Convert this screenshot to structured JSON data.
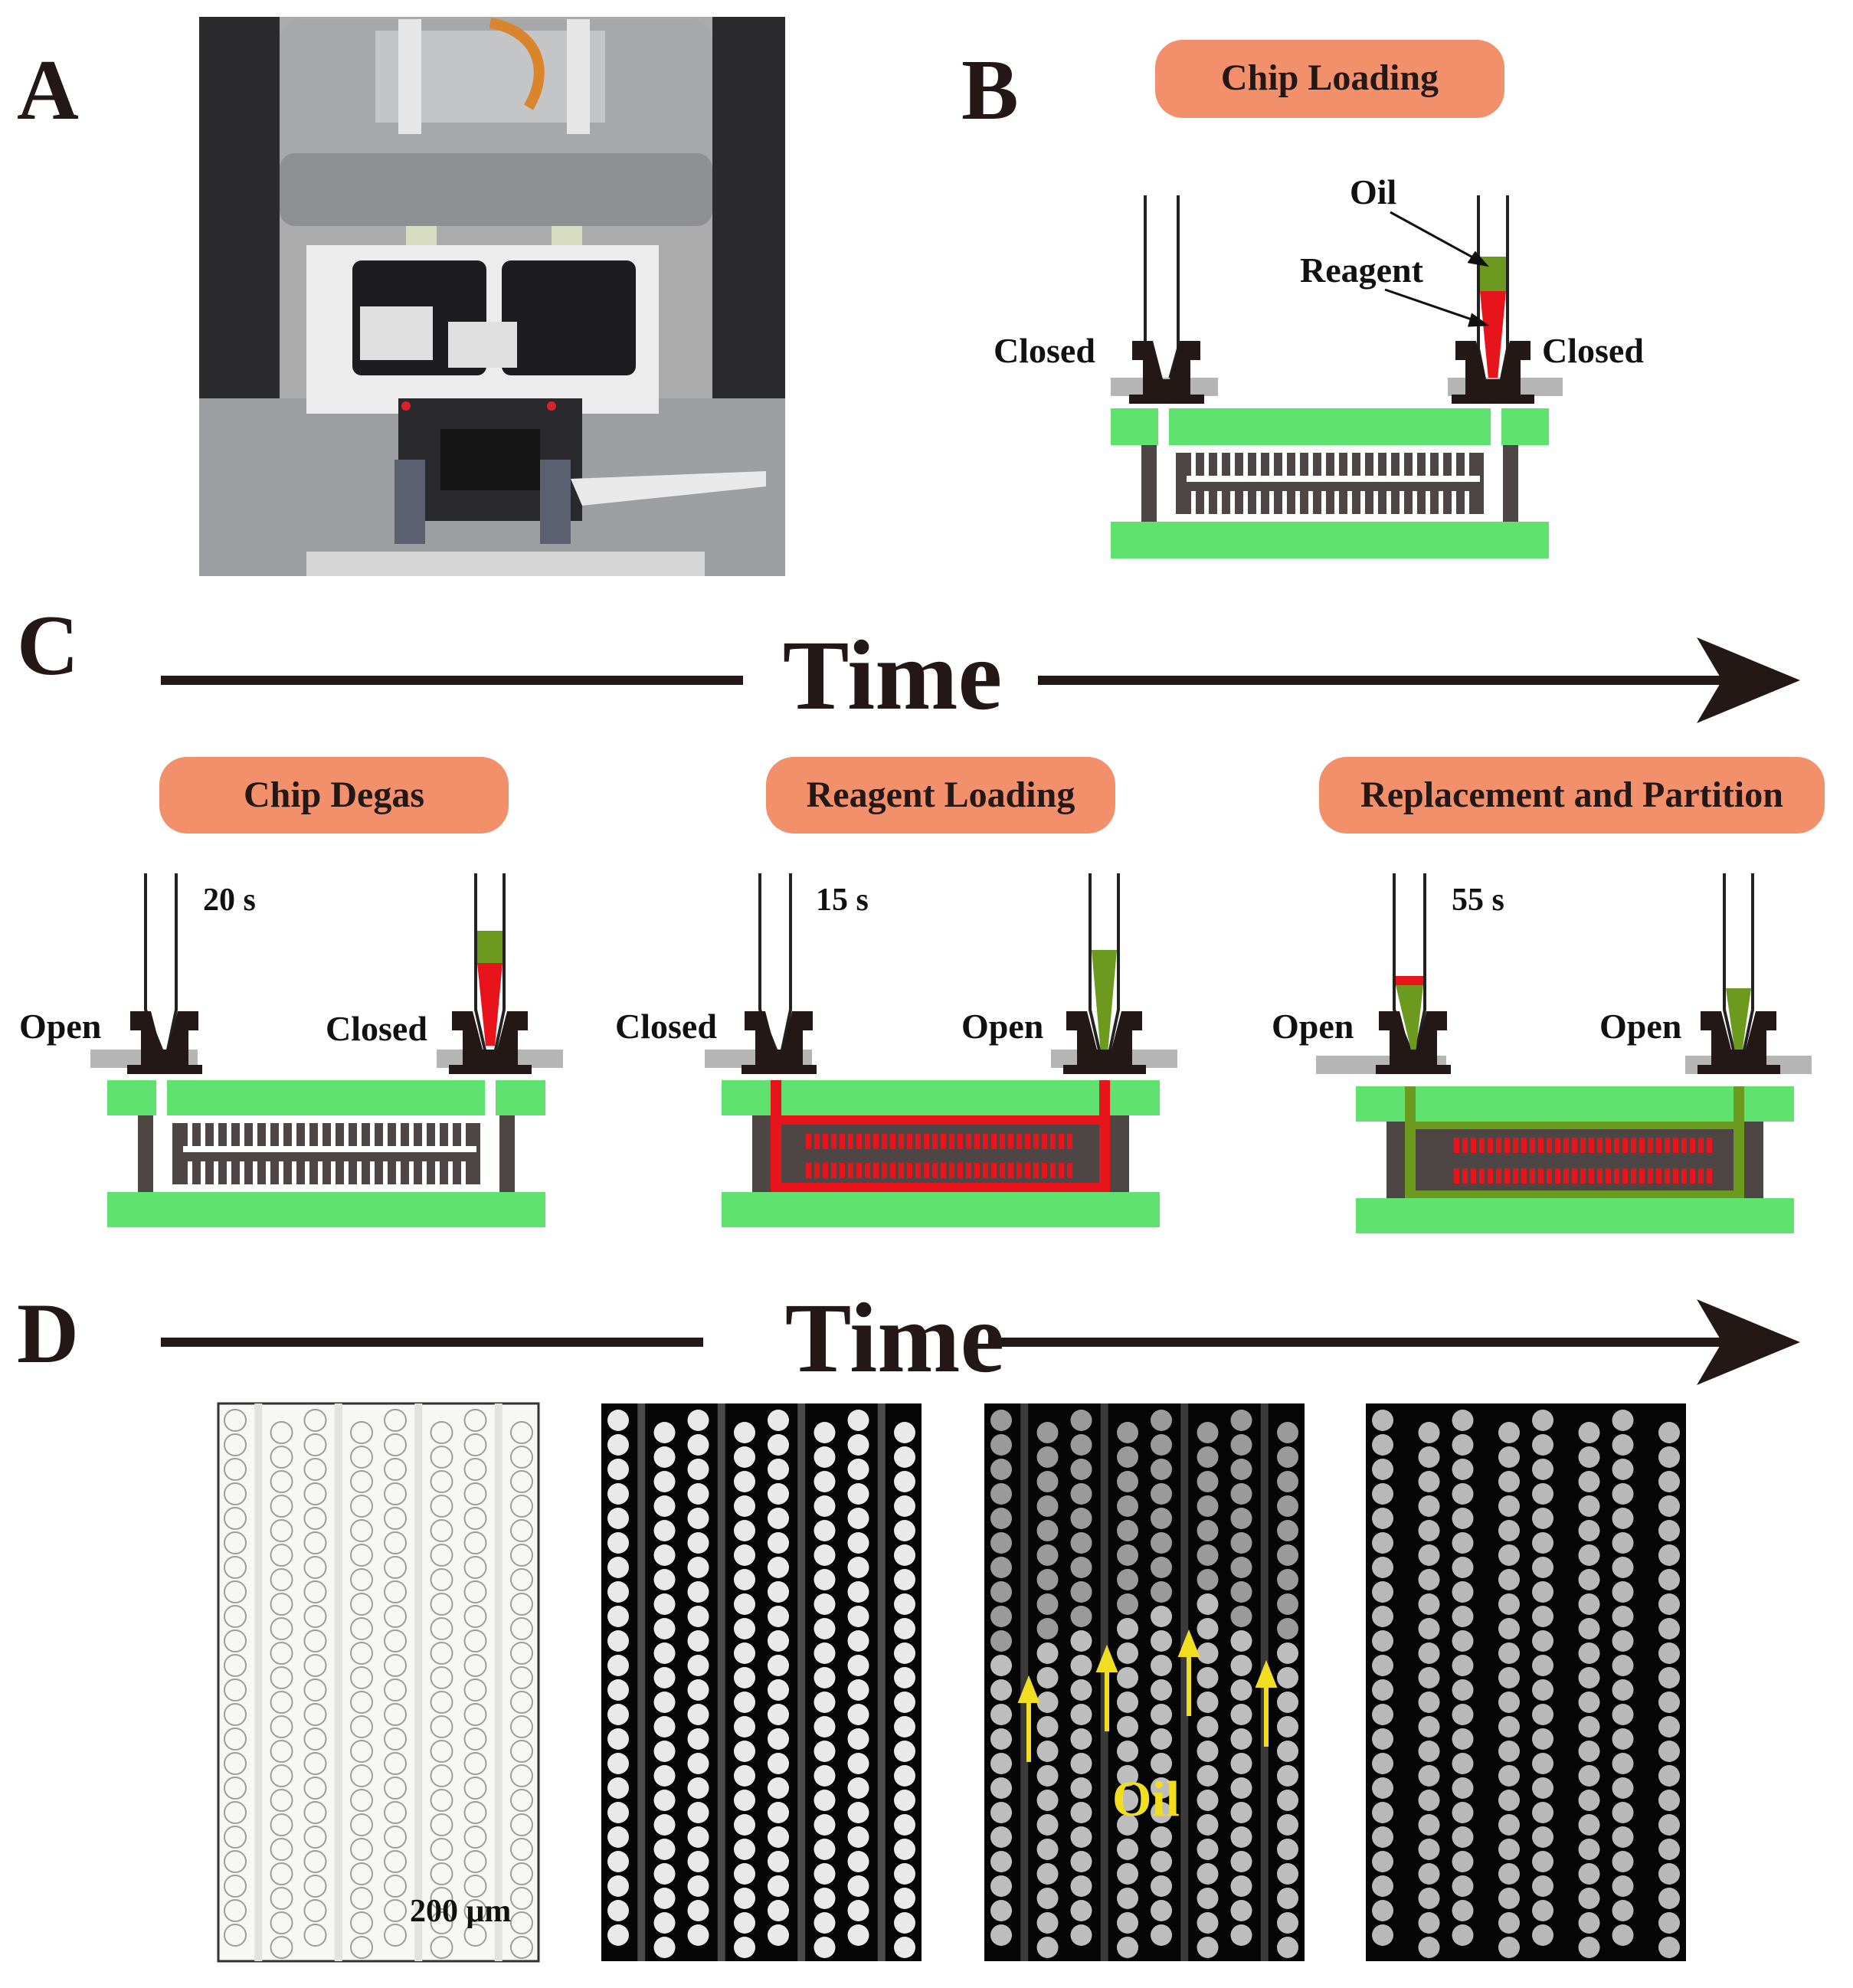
{
  "panels": {
    "a": "A",
    "b": "B",
    "c": "C",
    "d": "D"
  },
  "panel_b": {
    "stage_label": "Chip Loading",
    "left_valve": "Closed",
    "right_valve": "Closed",
    "oil_label": "Oil",
    "reagent_label": "Reagent"
  },
  "panel_c": {
    "time_label": "Time",
    "stages": [
      {
        "label": "Chip Degas",
        "duration": "20 s",
        "left_valve": "Open",
        "right_valve": "Closed"
      },
      {
        "label": "Reagent Loading",
        "duration": "15 s",
        "left_valve": "Closed",
        "right_valve": "Open"
      },
      {
        "label": "Replacement and Partition",
        "duration": "55 s",
        "left_valve": "Open",
        "right_valve": "Open"
      }
    ]
  },
  "panel_d": {
    "time_label": "Time",
    "scale_bar": "200 μm",
    "oil_label": "Oil"
  },
  "colors": {
    "plate_green": "#5fe26f",
    "reagent_red": "#e8141c",
    "oil_green": "#6c9a1e",
    "stage_box": "#f2906b",
    "valve_black": "#231816",
    "chip_gray": "#4d4645",
    "arrow_yellow": "#f2de21"
  }
}
